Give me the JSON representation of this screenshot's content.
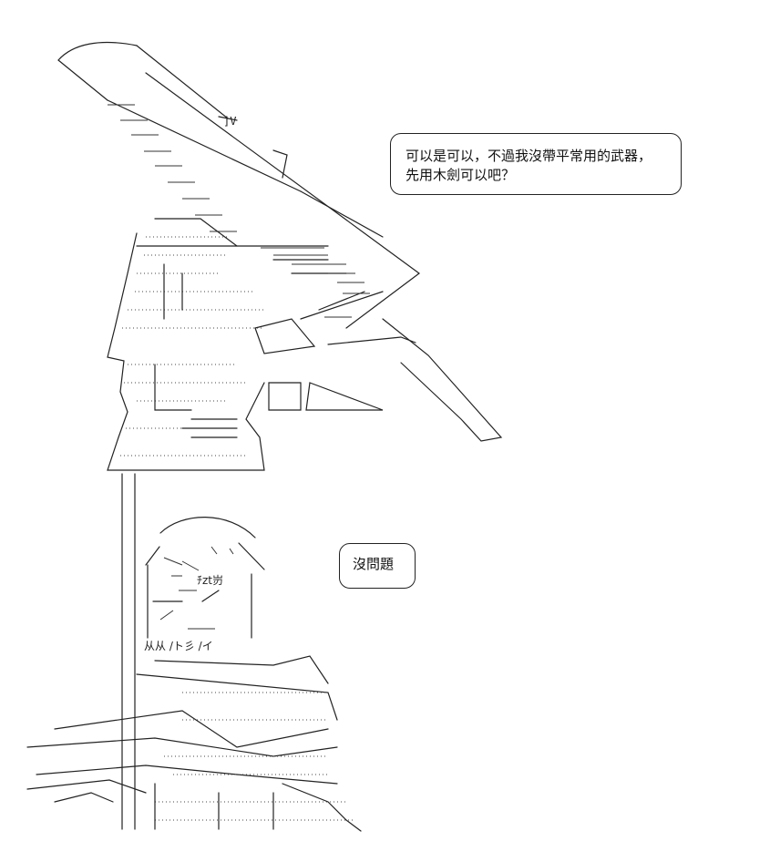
{
  "scene": {
    "subject": "ascii-art-two-characters-wooden-sword"
  },
  "speech_bubbles": [
    {
      "lines": [
        "可以是可以，不過我沒帶平常用的武器，",
        "先用木劍可以吧？"
      ]
    },
    {
      "lines": [
        "沒問題"
      ]
    }
  ],
  "art_text": {
    "face_mark": "]V",
    "chest_text": "ﾁzt岃",
    "kana_text": "从从 /ト彡 /イ"
  }
}
